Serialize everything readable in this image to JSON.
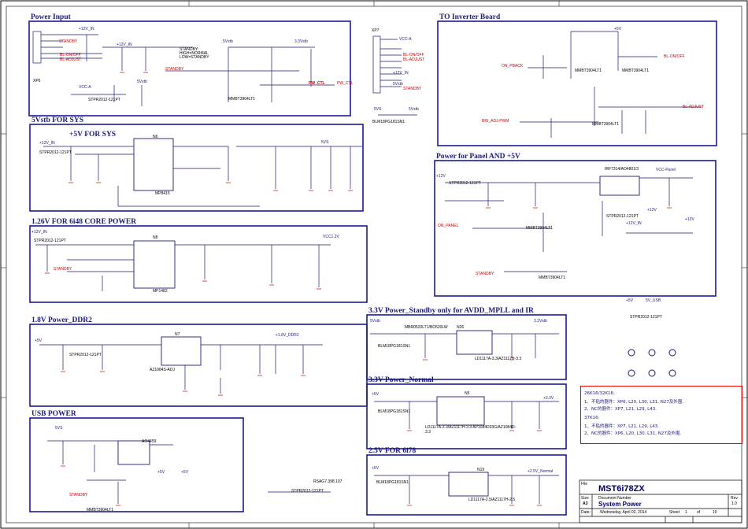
{
  "sections": {
    "power_input": "Power Input",
    "to_inverter": "TO Inverter Board",
    "vstb_for_sys": "5Vstb FOR SYS",
    "plus5v_for_sys": "+5V FOR SYS",
    "panel_5v": "Power for Panel AND +5V",
    "core_power": "1.26V FOR 6i48 CORE POWER",
    "ddr2": "1.8V Power_DDR2",
    "standby_33": "3.3V Power_Standby only for AVDD_MPLL and IR",
    "normal_33": "3.3V Power_Normal",
    "usb_power": "USB POWER",
    "v25_6i78": "2.5V FOR 6i78"
  },
  "nets": {
    "standby": "STANDBY",
    "bl_onoff": "BL-ON/OFF",
    "bl_adjust": "BL-ADJUST",
    "pw_ctl": "PW_CTL",
    "on_panel": "ON_PANEL",
    "on_pback": "ON_PBACK",
    "bri_adj_pwm": "BRI_ADJ-PWM",
    "vcc_a": "VCC-A",
    "vcc_panel": "VCC-Panel",
    "vcc1_2v": "VCC1.2V",
    "plus12v_in": "+12V_IN",
    "plus12v": "+12V",
    "plus5v": "+5V",
    "v5vstb": "5Vstb",
    "v33vstb": "3.3Vstb",
    "v5vs": "5VS",
    "plus18v_ddr2": "+1.8V_DDR2",
    "plus33v": "+3.3V",
    "plus25v_normal": "+2.5V_Normal",
    "v5v_usb": "5V_USB",
    "standby_mode": "STANDBY:",
    "high_normal": "HIGH=NORMAL",
    "low_standby": "LOW=STANDBY"
  },
  "parts": {
    "xp6": "XP6",
    "xp7": "XP7",
    "n6": "N6",
    "n6_part": "MP8415",
    "n8": "N8",
    "n8_part": "MP1482",
    "n7": "N7",
    "n7_part": "AZ1084S-ADJ",
    "n26": "N26",
    "n26_part": "LD1117A-3.3/AZ1117H-3.3",
    "n5": "N5",
    "n5_part": "LD1117A-3.3/AZ1117H-3.3 AP1084D33G/AZ1084D-3.3",
    "n19": "N19",
    "n19_part": "LD1117A-2.5/AZ1117H-2.5",
    "n9_part": "IRF7314/AO4801/3",
    "n27_part": "AO4459",
    "ferrite": "BLM18PG181SN1",
    "inductor": "STPR2012-121PT",
    "transistor": "MMBT3904LT1",
    "diode": "MBR0520LT1/BO520LW",
    "fuse": "RSAG7.398.107"
  },
  "notes": [
    "26K16/32K16:",
    "1、不贴的器件：XP6, L20, L30, L31, N27及外围.",
    "2、NC的器件：XP7, L21, L29, L43.",
    "37K16:",
    "1、不贴的器件：XP7, L21, L29, L43.",
    "2、NC的器件：XP6, L20, L30, L31, N27及外围."
  ],
  "title_block": {
    "file_label": "File",
    "title": "MST6i78ZX",
    "size_label": "Size",
    "size": "A3",
    "docnum_label": "Document Number",
    "docnum": "System Power",
    "rev_label": "Rev",
    "rev": "1.0",
    "date_label": "Date:",
    "date": "Wednesday, April 02, 2014",
    "sheet_label": "Sheet",
    "sheet": "1",
    "of_label": "of",
    "sheet_total": "10"
  },
  "colors": {
    "frame": "#000000",
    "section_border": "#1a1a9a",
    "wire": "#1a1a7a",
    "net_red": "#cc0000",
    "note_border": "#e00000"
  }
}
